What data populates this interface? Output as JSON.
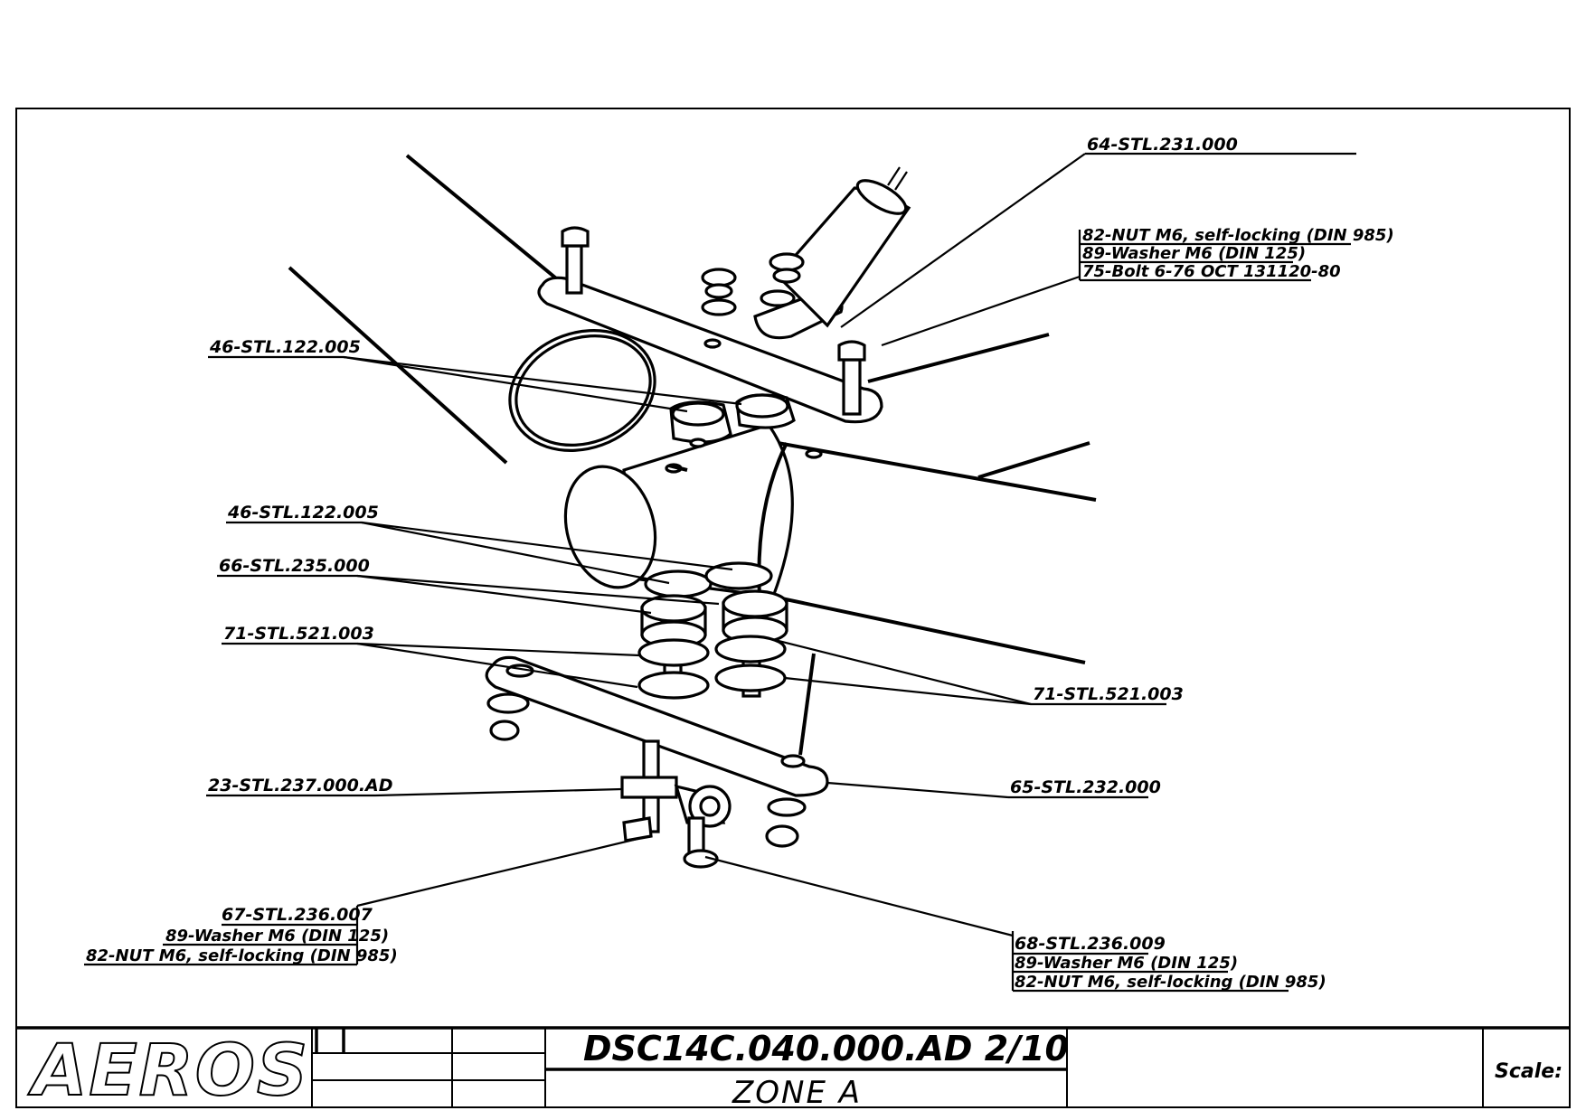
{
  "labels": {
    "part_64": "64-STL.231.000",
    "top_right_1": "82-NUT M6, self-locking (DIN 985)",
    "top_right_2": "89-Washer M6 (DIN 125)",
    "top_right_3": "75-Bolt 6-76 OCT 131120-80",
    "part_46_a": "46-STL.122.005",
    "part_46_b": "46-STL.122.005",
    "part_66": "66-STL.235.000",
    "part_71_left": "71-STL.521.003",
    "part_71_right": "71-STL.521.003",
    "part_23": "23-STL.237.000.AD",
    "part_65": "65-STL.232.000",
    "bottom_left_1": "67-STL.236.007",
    "bottom_left_2": "89-Washer M6 (DIN 125)",
    "bottom_left_3": "82-NUT M6, self-locking (DIN 985)",
    "bottom_right_1": "68-STL.236.009",
    "bottom_right_2": "89-Washer M6 (DIN 125)",
    "bottom_right_3": "82-NUT M6, self-locking (DIN 985)"
  },
  "title_block": {
    "logo": "AEROS",
    "drawing_number": "DSC14C.040.000.AD 2/10",
    "zone": "ZONE A",
    "scale_label": "Scale:"
  }
}
